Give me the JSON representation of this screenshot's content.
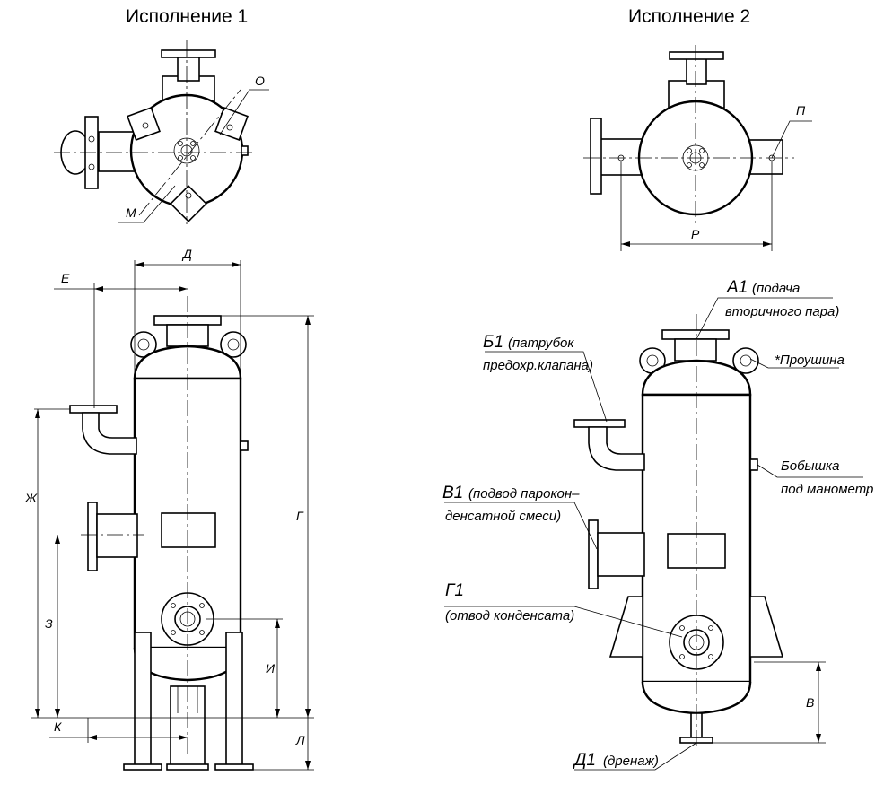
{
  "titles": {
    "variant1": "Исполнение 1",
    "variant2": "Исполнение 2"
  },
  "dimensions": {
    "O": "О",
    "M": "М",
    "P_top": "П",
    "R": "Р",
    "D": "Д",
    "E": "Е",
    "ZH": "Ж",
    "G": "Г",
    "Z": "З",
    "I": "И",
    "K": "К",
    "L": "Л",
    "V": "В"
  },
  "callouts": {
    "a1_code": "А1",
    "a1_text1": "(подача",
    "a1_text2": "вторичного пара)",
    "b1_code": "Б1",
    "b1_text1": "(патрубок",
    "b1_text2": "предохр.клапана)",
    "v1_code": "В1",
    "v1_text1": "(подвод парокон–",
    "v1_text2": "денсатной смеси)",
    "g1_code": "Г1",
    "g1_text1": "(отвод конденсата)",
    "d1_code": "Д1",
    "d1_text1": "(дренаж)",
    "lug": "*Проушина",
    "boss1": "Бобышка",
    "boss2": "под манометр"
  }
}
